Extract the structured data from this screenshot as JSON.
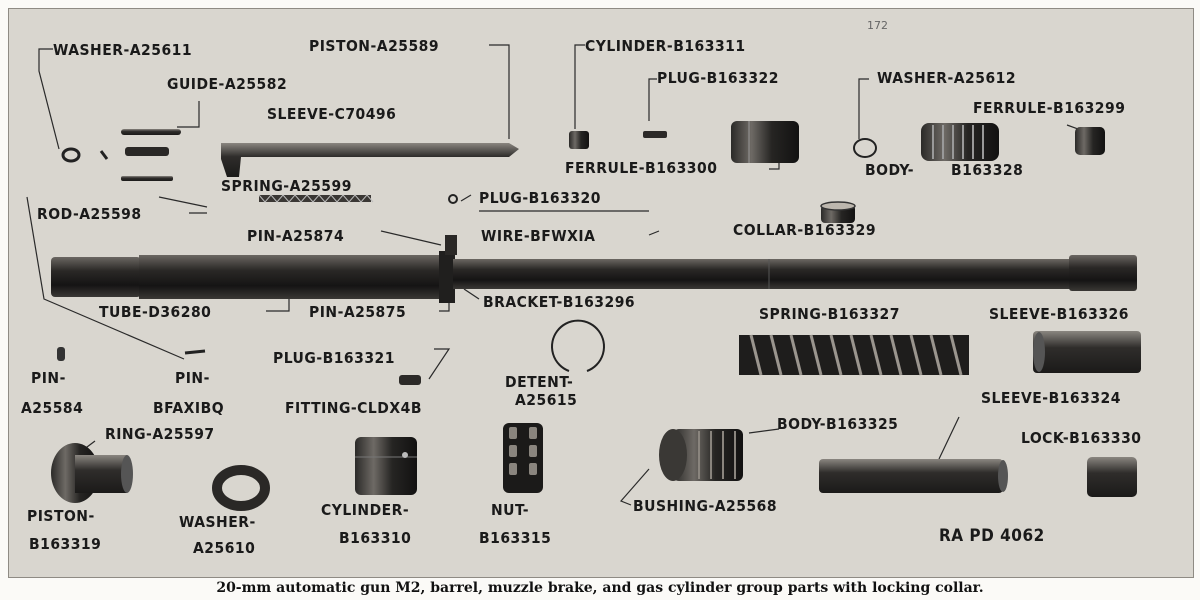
{
  "figure": {
    "caption": "20-mm automatic gun M2, barrel, muzzle brake, and gas cylinder group parts with locking collar.",
    "plate_mark": "RA PD 4062",
    "corner_mark": "172"
  },
  "labels": {
    "washer_a25611": "WASHER-A25611",
    "guide_a25582": "GUIDE-A25582",
    "piston_a25589": "PISTON-A25589",
    "sleeve_c70496": "SLEEVE-C70496",
    "cylinder_b163311": "CYLINDER-B163311",
    "plug_b163322": "PLUG-B163322",
    "washer_a25612": "WASHER-A25612",
    "ferrule_b163299": "FERRULE-B163299",
    "ferrule_b163300": "FERRULE-B163300",
    "body_b163328_a": "BODY-",
    "body_b163328_b": "B163328",
    "spring_a25599": "SPRING-A25599",
    "plug_b163320": "PLUG-B163320",
    "rod_a25598": "ROD-A25598",
    "pin_a25874": "PIN-A25874",
    "wire_bfwxia": "WIRE-BFWXIA",
    "collar_b163329": "COLLAR-B163329",
    "tube_d36280": "TUBE-D36280",
    "pin_a25875": "PIN-A25875",
    "bracket_b163296": "BRACKET-B163296",
    "spring_b163327": "SPRING-B163327",
    "sleeve_b163326": "SLEEVE-B163326",
    "pin_a25584_a": "PIN-",
    "pin_a25584_b": "A25584",
    "pin_bfaxibq_a": "PIN-",
    "pin_bfaxibq_b": "BFAXIBQ",
    "plug_b163321": "PLUG-B163321",
    "fitting_cldx4b": "FITTING-CLDX4B",
    "detent_a": "DETENT-",
    "detent_b": "A25615",
    "sleeve_b163324": "SLEEVE-B163324",
    "ring_a25597": "RING-A25597",
    "body_b163325": "BODY-B163325",
    "lock_b163330": "LOCK-B163330",
    "piston_b163319_a": "PISTON-",
    "piston_b163319_b": "B163319",
    "washer_a25610_a": "WASHER-",
    "washer_a25610_b": "A25610",
    "cylinder_b163310_a": "CYLINDER-",
    "cylinder_b163310_b": "B163310",
    "nut_b163315_a": "NUT-",
    "nut_b163315_b": "B163315",
    "bushing_a25568": "BUSHING-A25568"
  }
}
